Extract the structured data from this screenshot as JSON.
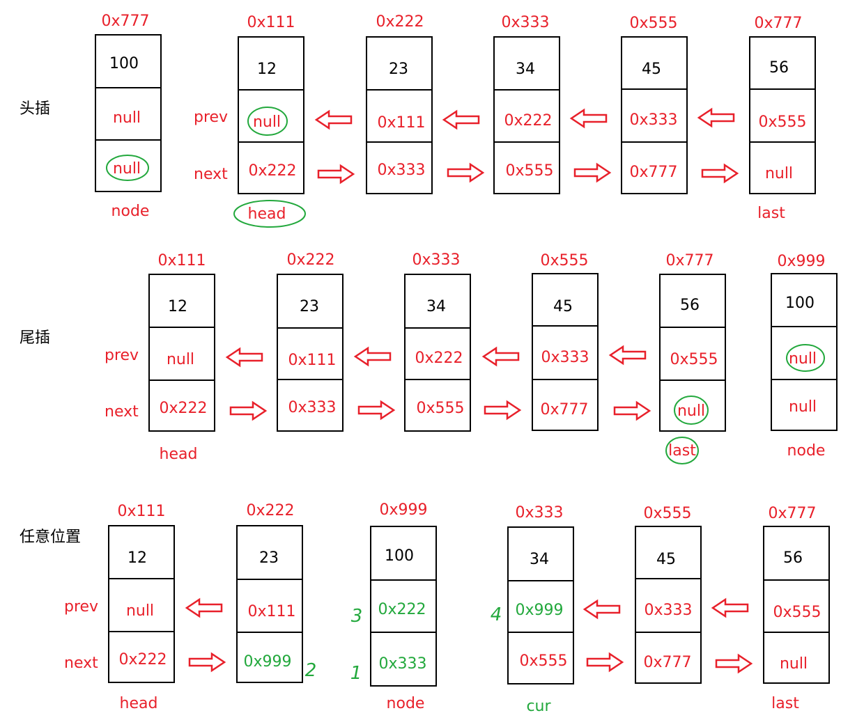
{
  "colors": {
    "red": "#e8202a",
    "green": "#22a83c",
    "black": "#000000",
    "stroke": "#000000"
  },
  "section1": {
    "title": "头插",
    "row_labels": {
      "prev": "prev",
      "next": "next"
    },
    "new_node": {
      "addr": "0x777",
      "data": "100",
      "prev": "null",
      "next": "null",
      "label": "node"
    },
    "nodes": [
      {
        "addr": "0x111",
        "data": "12",
        "prev": "null",
        "next": "0x222"
      },
      {
        "addr": "0x222",
        "data": "23",
        "prev": "0x111",
        "next": "0x333"
      },
      {
        "addr": "0x333",
        "data": "34",
        "prev": "0x222",
        "next": "0x555"
      },
      {
        "addr": "0x555",
        "data": "45",
        "prev": "0x333",
        "next": "0x777"
      },
      {
        "addr": "0x777",
        "data": "56",
        "prev": "0x555",
        "next": "null"
      }
    ],
    "head_label": "head",
    "last_label": "last"
  },
  "section2": {
    "title": "尾插",
    "row_labels": {
      "prev": "prev",
      "next": "next"
    },
    "nodes": [
      {
        "addr": "0x111",
        "data": "12",
        "prev": "null",
        "next": "0x222"
      },
      {
        "addr": "0x222",
        "data": "23",
        "prev": "0x111",
        "next": "0x333"
      },
      {
        "addr": "0x333",
        "data": "34",
        "prev": "0x222",
        "next": "0x555"
      },
      {
        "addr": "0x555",
        "data": "45",
        "prev": "0x333",
        "next": "0x777"
      },
      {
        "addr": "0x777",
        "data": "56",
        "prev": "0x555",
        "next": "null"
      }
    ],
    "new_node": {
      "addr": "0x999",
      "data": "100",
      "prev": "null",
      "next": "null",
      "label": "node"
    },
    "head_label": "head",
    "last_label": "last"
  },
  "section3": {
    "title": "任意位置",
    "row_labels": {
      "prev": "prev",
      "next": "next"
    },
    "nodes": [
      {
        "addr": "0x111",
        "data": "12",
        "prev": "null",
        "next": "0x222"
      },
      {
        "addr": "0x222",
        "data": "23",
        "prev": "0x111",
        "next": "0x999"
      },
      {
        "addr": "0x999",
        "data": "100",
        "prev": "0x222",
        "next": "0x333"
      },
      {
        "addr": "0x333",
        "data": "34",
        "prev": "0x999",
        "next": "0x555"
      },
      {
        "addr": "0x555",
        "data": "45",
        "prev": "0x333",
        "next": "0x777"
      },
      {
        "addr": "0x777",
        "data": "56",
        "prev": "0x555",
        "next": "null"
      }
    ],
    "head_label": "head",
    "node_label": "node",
    "cur_label": "cur",
    "last_label": "last",
    "step_marks": [
      "1",
      "2",
      "3",
      "4"
    ]
  }
}
